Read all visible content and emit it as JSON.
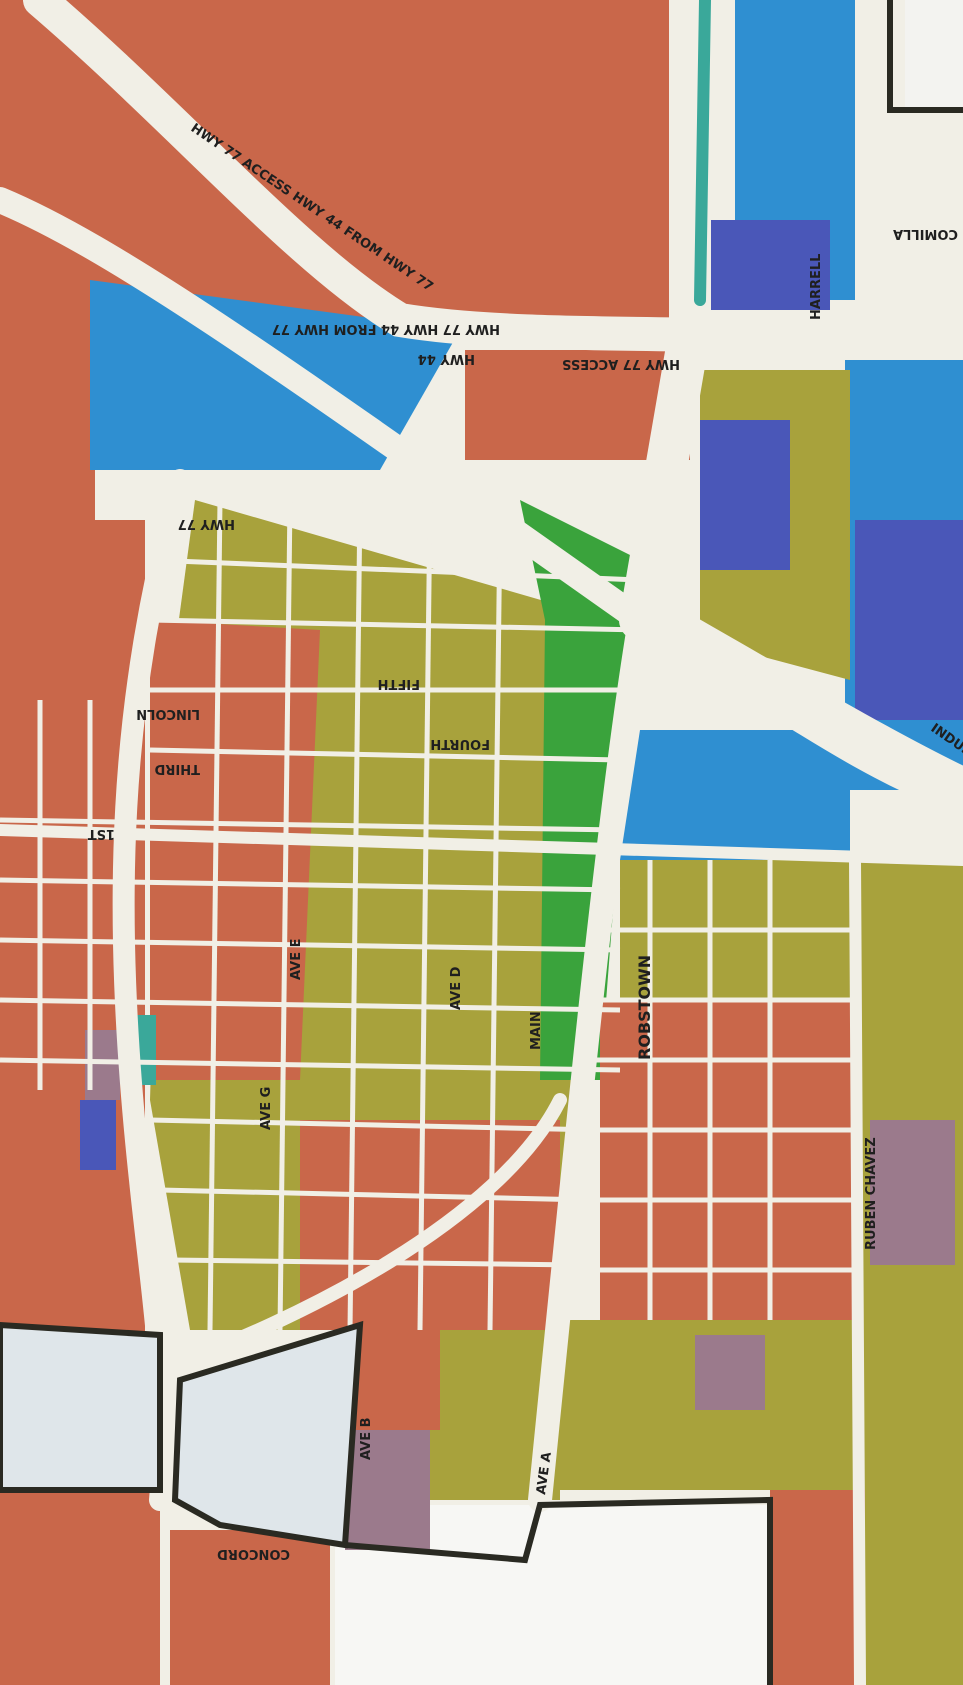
{
  "map": {
    "colors": {
      "background": "#f1efe6",
      "street": "#f1efe6",
      "commercial": "#2f8fd1",
      "industrial": "#4a57b8",
      "public": "#3aa33c",
      "residential_single": "#c9674a",
      "residential_multi": "#a8a23c",
      "institutional": "#9b7a8c",
      "park": "#3aa89a",
      "outside_limits": "#dfe6ea",
      "boundary": "#2a2a22"
    },
    "labels": {
      "hwy44_from_hwy77_access": "HWY 77 ACCESS HWY 44 FROM HWY 77",
      "hwy44_from_hwy77": "HWY 77 HWY 44 FROM HWY 77",
      "hwy44": "HWY 44",
      "hwy77_access": "HWY 77 ACCESS",
      "hwy77": "HWY 77",
      "avenue_e": "AVE E",
      "avenue_d": "AVE D",
      "avenue_g": "AVE G",
      "avenue_a": "AVE A",
      "avenue_b": "AVE B",
      "main": "MAIN",
      "robstown": "ROBSTOWN",
      "ruben_chavez": "RUBEN CHAVEZ",
      "first": "1ST",
      "fourth": "FOURTH",
      "fifth": "FIFTH",
      "third": "THIRD",
      "lincoln": "LINCOLN",
      "harrell": "HARRELL",
      "concord": "CONCORD",
      "industrial": "INDUSTRIAL",
      "comilla": "COMILLA"
    }
  }
}
